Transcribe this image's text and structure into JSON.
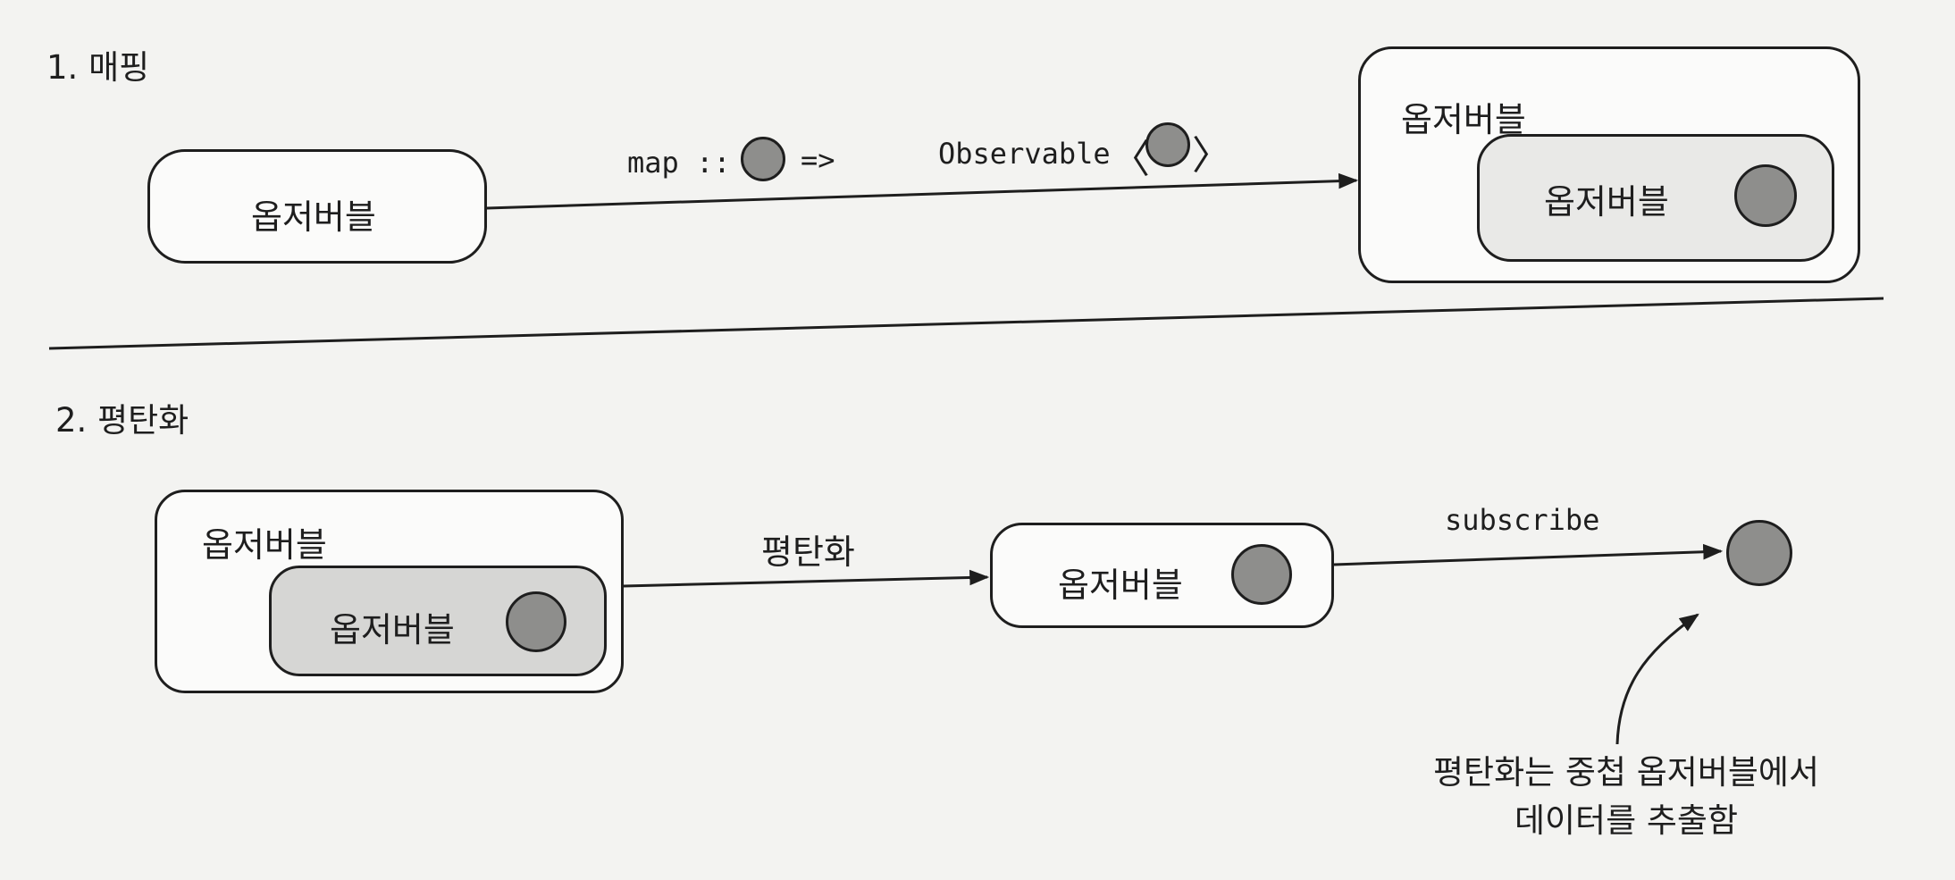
{
  "sections": {
    "mapping": {
      "title": "1. 매핑",
      "source_box": "옵저버블",
      "operator_text": "map ::",
      "operator_result": "=>",
      "type_text": "Observable",
      "type_open": "〈",
      "type_close": "〉",
      "outer_box": "옵저버블",
      "inner_box": "옵저버블"
    },
    "flattening": {
      "title": "2. 평탄화",
      "outer_box": "옵저버블",
      "inner_box": "옵저버블",
      "flatten_label": "평탄화",
      "result_box": "옵저버블",
      "subscribe_label": "subscribe",
      "note_line1": "평탄화는 중첩 옵저버블에서",
      "note_line2": "데이터를 추출함"
    }
  },
  "colors": {
    "line": "#1e1e1e",
    "ball": "#8e8e8c",
    "inner_box_fill": "#d6d6d4",
    "background": "#f3f3f1"
  }
}
